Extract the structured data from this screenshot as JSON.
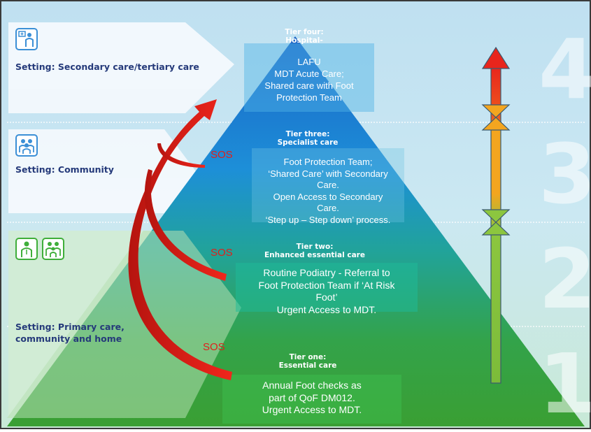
{
  "tiers": [
    {
      "number": "4",
      "title": "Tier four:\nHospital-",
      "body": "LAFU\nMDT Acute Care;\nShared care with Foot\nProtection Team",
      "setting": "Setting: Secondary care/tertiary care",
      "icon": "hospital-icon"
    },
    {
      "number": "3",
      "title": "Tier three:\nSpecialist care",
      "body": "Foot Protection Team;\n‘Shared Care’ with Secondary\nCare.\nOpen Access to Secondary\nCare.\n‘Step up – Step down’ process.",
      "setting": "Setting: Community",
      "icon": "team-icon"
    },
    {
      "number": "2",
      "title": "Tier two:\nEnhanced essential care",
      "body": "Routine Podiatry - Referral to\nFoot Protection Team if ‘At Risk\nFoot’\nUrgent Access to MDT.",
      "setting": "",
      "icon": "practitioner-icon"
    },
    {
      "number": "1",
      "title": "Tier one:\nEssential care",
      "body": "Annual Foot checks as\npart of QoF DM012.\nUrgent Access to MDT.",
      "setting": "Setting: Primary care,\ncommunity and home",
      "icon": "family-icon"
    }
  ],
  "sos_label": "SOS",
  "colors": {
    "pyramid_top": "#1a6cc9",
    "pyramid_bottom": "#3aa13a",
    "arrow_red": "#e0201a",
    "setting_text": "#253a7a",
    "scale_top": "#e8251c",
    "scale_mid": "#f3a51f",
    "scale_bottom": "#8cc63f"
  }
}
